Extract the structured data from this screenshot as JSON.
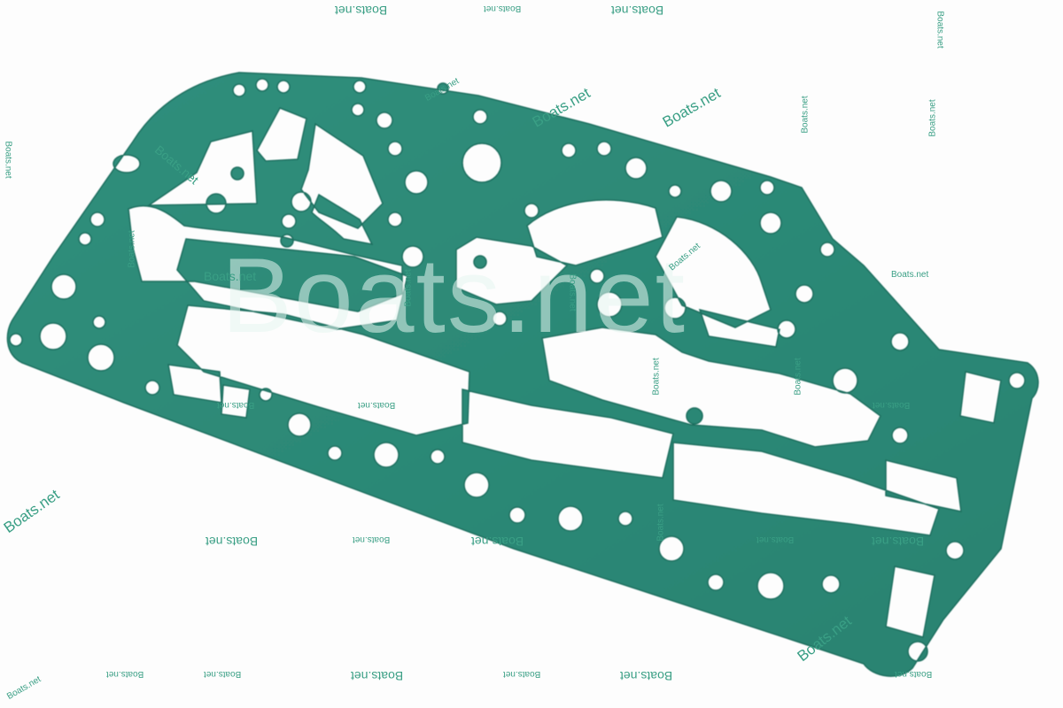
{
  "photo": {
    "subject": "gasket-photo",
    "colors": {
      "background": "#fdfdfd",
      "gasket": "#2f8a78",
      "gasket_edge": "#1f6e5e",
      "watermark": "#3a9f85"
    }
  },
  "watermarks": {
    "label": "Boats.net",
    "label_mirrored": "Boats.net"
  }
}
